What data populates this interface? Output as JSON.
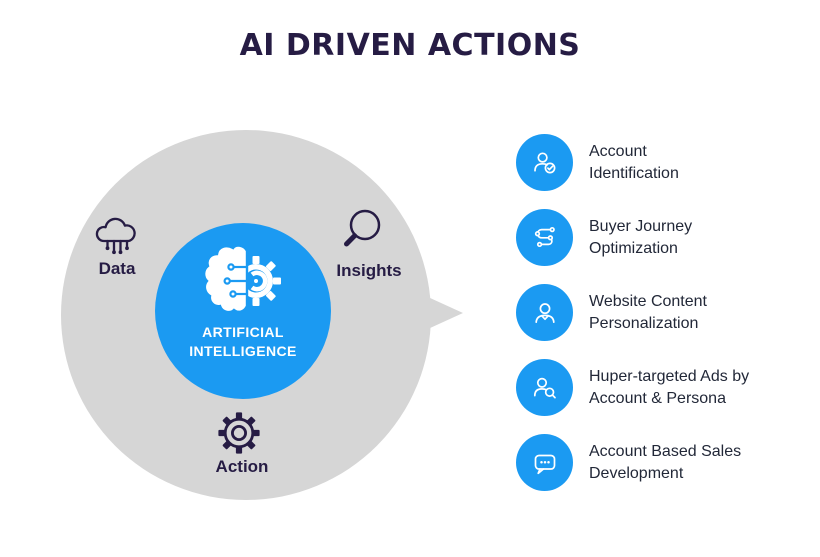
{
  "title": "AI DRIVEN ACTIONS",
  "colors": {
    "accent_blue": "#1B9AF2",
    "circle_gray": "#D6D6D6",
    "heading_purple": "#261C44",
    "body_text": "#222838",
    "white": "#FFFFFF"
  },
  "hub": {
    "core_line1": "ARTIFICIAL",
    "core_line2": "INTELLIGENCE",
    "core_icon": "brain-gear-icon",
    "nodes": [
      {
        "id": "data",
        "label": "Data",
        "icon": "cloud-data-icon"
      },
      {
        "id": "insights",
        "label": "Insights",
        "icon": "magnifier-icon"
      },
      {
        "id": "action",
        "label": "Action",
        "icon": "gear-icon"
      }
    ]
  },
  "arrow_icon": "flow-arrow-icon",
  "actions": [
    {
      "icon": "user-check-icon",
      "line1": "Account",
      "line2": "Identification"
    },
    {
      "icon": "journey-route-icon",
      "line1": "Buyer Journey",
      "line2": "Optimization"
    },
    {
      "icon": "user-profile-icon",
      "line1": "Website Content",
      "line2": "Personalization"
    },
    {
      "icon": "user-search-icon",
      "line1": "Huper-targeted Ads by",
      "line2": "Account & Persona"
    },
    {
      "icon": "chat-dots-icon",
      "line1": "Account Based Sales",
      "line2": "Development"
    }
  ]
}
